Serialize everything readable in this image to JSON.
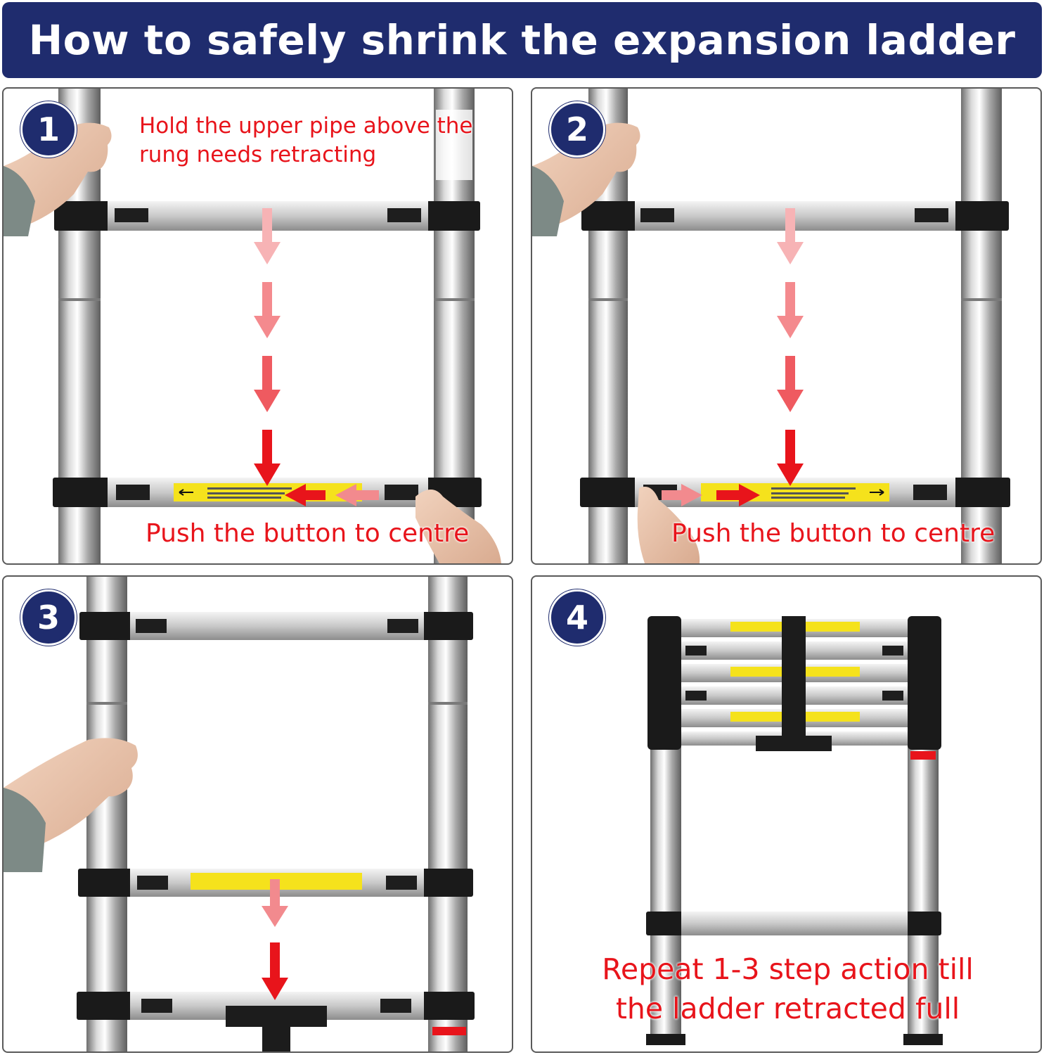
{
  "header": {
    "title": "How to safely shrink the expansion ladder"
  },
  "steps": [
    {
      "number": "1",
      "caption_top_line1": "Hold the upper pipe above the",
      "caption_top_line2": "rung needs retracting",
      "caption_bottom": "Push the button to centre"
    },
    {
      "number": "2",
      "caption_bottom": "Push the button to centre"
    },
    {
      "number": "3"
    },
    {
      "number": "4",
      "caption_line1": "Repeat 1-3 step action till",
      "caption_line2": "the ladder retracted full"
    }
  ],
  "colors": {
    "banner": "#1f2c6e",
    "badge": "#1f2c6e",
    "caption_text": "#e8141b",
    "arrow": "#e8141b",
    "warning_label": "#f5e21c"
  },
  "icons": [
    "step-number-badge",
    "down-arrow-icon",
    "left-arrow-icon",
    "right-arrow-icon",
    "hand-icon",
    "ladder-illustration"
  ]
}
